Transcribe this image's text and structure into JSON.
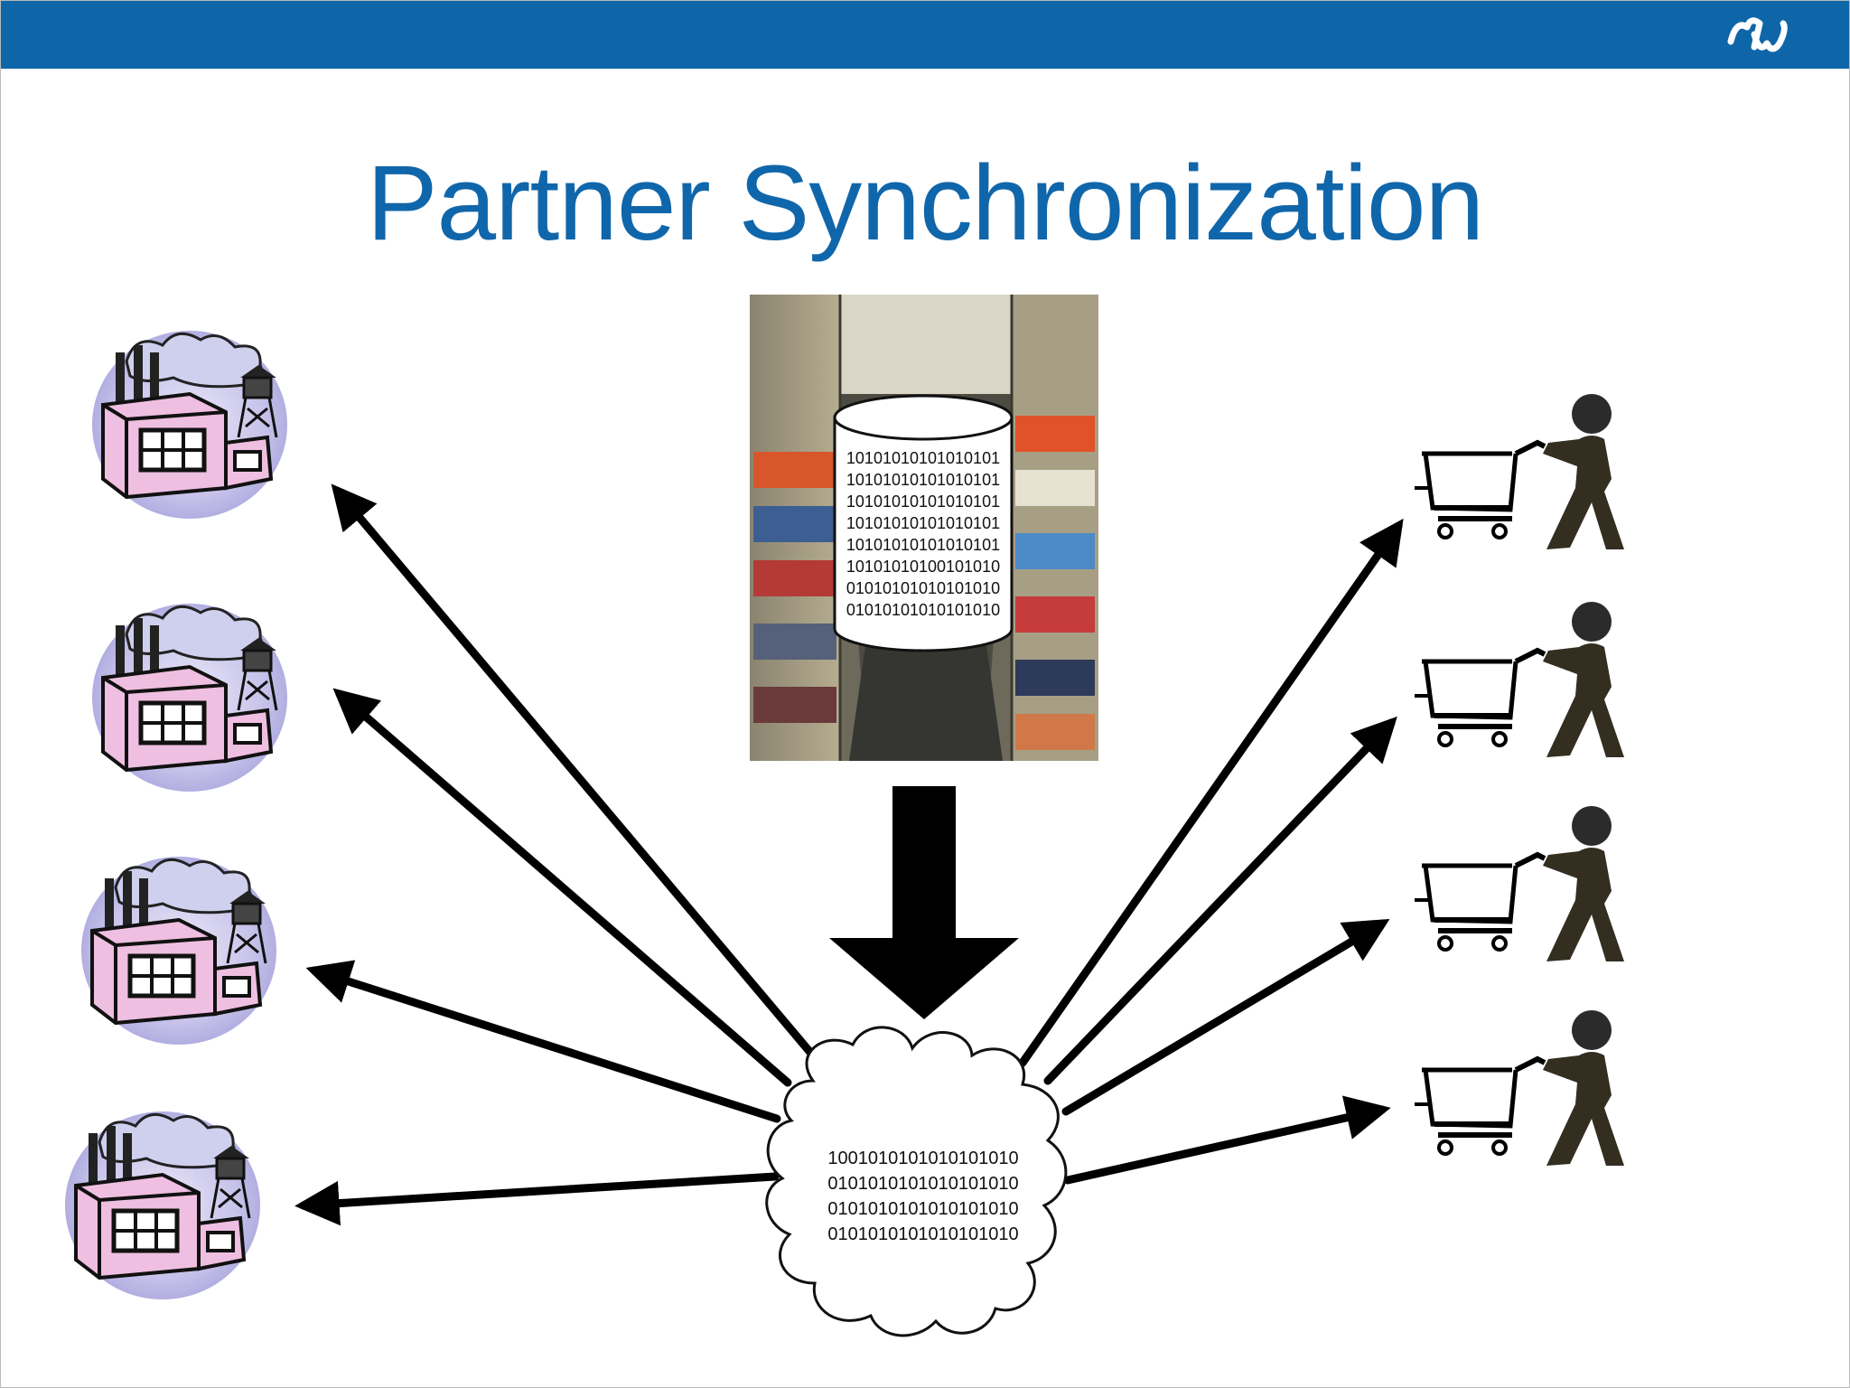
{
  "slide": {
    "title": "Partner Synchronization",
    "colors": {
      "header_bar": "#0e66a8",
      "title": "#1066aa"
    },
    "logo_icon": "mw-logo-icon"
  },
  "warehouse": {
    "image": "warehouse-aisle-photo",
    "database_lines": [
      "10101010101010101",
      "10101010101010101",
      "10101010101010101",
      "10101010101010101",
      "10101010101010101",
      "10101010100101010",
      "01010101010101010",
      "01010101010101010"
    ]
  },
  "cloud": {
    "lines": [
      "1001010101010101010",
      "0101010101010101010",
      "0101010101010101010",
      "0101010101010101010"
    ]
  },
  "partners": {
    "left_icons": [
      "factory-icon",
      "factory-icon",
      "factory-icon",
      "factory-icon"
    ],
    "right_icons": [
      "shopper-icon",
      "shopper-icon",
      "shopper-icon",
      "shopper-icon"
    ]
  }
}
